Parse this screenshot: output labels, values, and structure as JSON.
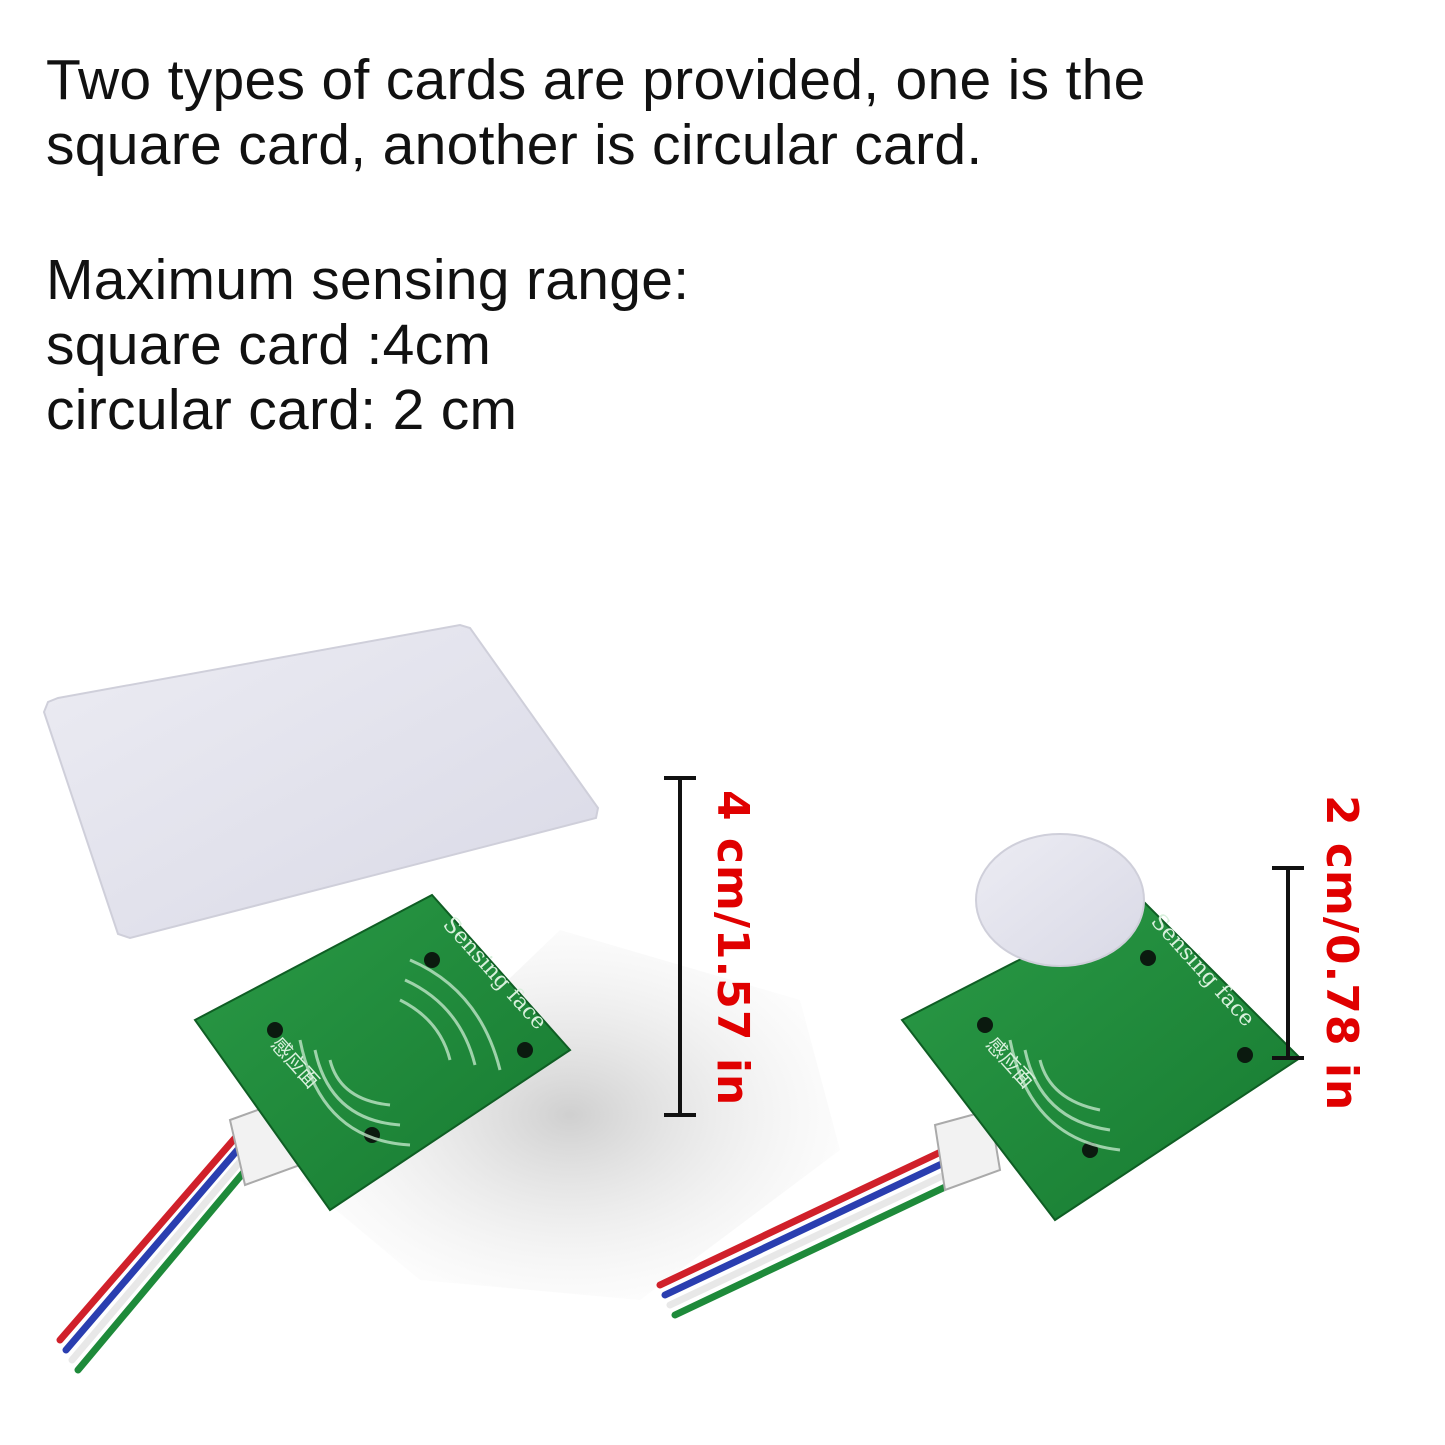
{
  "intro": {
    "line1": "Two types of cards are provided, one is the",
    "line2": "square card, another is circular card."
  },
  "range": {
    "heading": "Maximum sensing range:",
    "square_line": "square card :4cm",
    "circular_line": "circular card: 2 cm"
  },
  "products": {
    "square": {
      "board_text": "Sensing face",
      "board_cn_text": "感应面",
      "dimension_label": "4 cm/1.57 in"
    },
    "circular": {
      "board_text": "Sensing face",
      "board_cn_text": "感应面",
      "dimension_label": "2 cm/0.78 in"
    }
  },
  "colors": {
    "text": "#111111",
    "dimension": "#e00000",
    "pcb_green": "#1f8a3c",
    "card": "#e6e6f0",
    "wire_red": "#d0202a",
    "wire_blue": "#2a3eb0",
    "wire_green": "#1e8a3a"
  }
}
